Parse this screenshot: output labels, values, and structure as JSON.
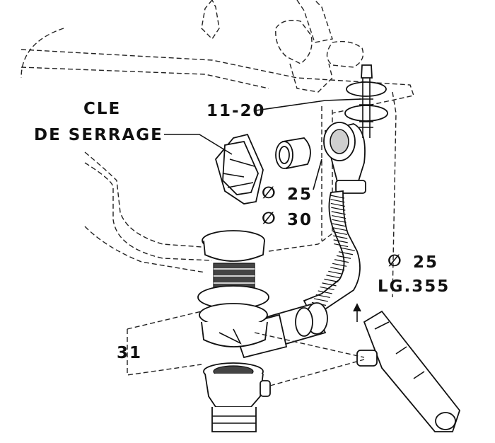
{
  "labels": {
    "wrench_line1": "CLE",
    "wrench_line2": "DE SERRAGE",
    "part_11_20": "11-20",
    "diam_symbol": "∅",
    "diam_25": "25",
    "diam_30": "30",
    "hose_diam": "25",
    "hose_length": "LG.355",
    "part_31": "31"
  },
  "colors": {
    "ink": "#111111",
    "background": "#ffffff"
  }
}
